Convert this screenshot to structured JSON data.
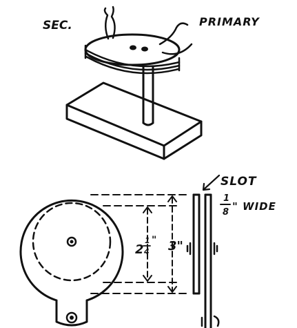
{
  "figure": {
    "background": "#ffffff",
    "ink_color": "#111111",
    "top_view": {
      "label_secondary": "SEC.",
      "label_primary": "PRIMARY"
    },
    "detail_view": {
      "label_slot": "SLOT",
      "slot_width_numerator": "1",
      "slot_width_denominator": "8",
      "slot_width_suffix": "\" WIDE",
      "dim_inner_whole": "2",
      "dim_inner_numerator": "1",
      "dim_inner_denominator": "4",
      "dim_inner_unit": "\"",
      "dim_outer": "3\""
    }
  }
}
